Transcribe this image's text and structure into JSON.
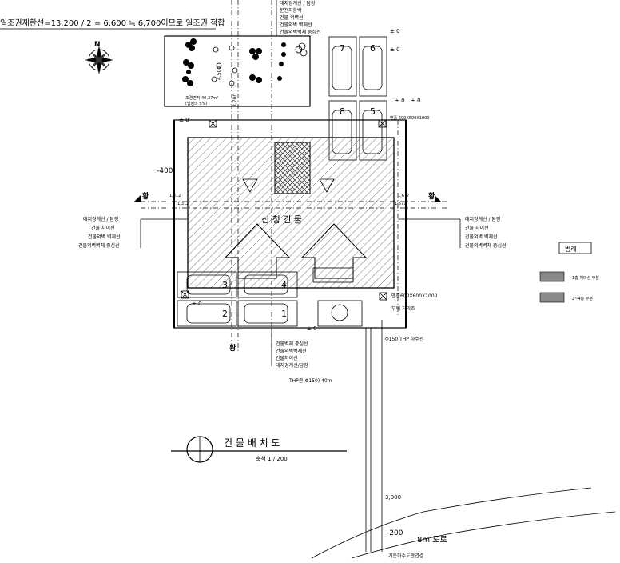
{
  "header": {
    "area_note": "일조권제한선=13,200 / 2 = 6,600 ≒ 6,700이므로 일조권 적합"
  },
  "top_callouts": [
    "대지경계선 / 담장",
    "분전지함박",
    "건물 외벽선",
    "건물외벽 벽체선",
    "건물외벽벽체 중심선"
  ],
  "north_label": "N",
  "landscape": {
    "note_line1": "조경면적 40.37m²",
    "note_line2": "(법정의 5%)"
  },
  "building": {
    "title": "신 청 건 물"
  },
  "section_marks": {
    "left": "황",
    "right": "황",
    "bottom": "황"
  },
  "levels": {
    "plus_zero": "± 0",
    "minus_400": "-400",
    "minus_200": "-200"
  },
  "dimensions": {
    "vertical_left": "4,500",
    "vertical_mid": "3,700",
    "left_mark_a": "1,312",
    "left_mark_b": "1,312",
    "right_mark_a": "1,677",
    "right_mark_b": "1,677",
    "bottom_road": "3,000"
  },
  "left_callouts": [
    "대지경계선 / 담장",
    "건물 차이선",
    "건물외벽 벽체선",
    "건물외벽벽체 중심선"
  ],
  "right_callouts": [
    "대지경계선 / 담장",
    "건물 차이선",
    "건물외벽 벽체선",
    "건물외벽벽체 중심선"
  ],
  "bottom_callouts": [
    "건물벽체 중심선",
    "건물외벽벽체선",
    "건물차이선",
    "대지경계선/담장"
  ],
  "pipe_top": "맨홀 600X600X1000",
  "pipe_bottom": "맨홀600X600X1000",
  "septic": "부패 처리조",
  "pipe_line": "Φ150 THP 하수관",
  "pipe_legend": "THP관(Φ150) 40m",
  "parking": {
    "top_slots": [
      "7",
      "6",
      "8",
      "5"
    ],
    "bottom_slots": [
      "3",
      "4",
      "2",
      "1"
    ]
  },
  "legend": {
    "title": "범례",
    "item1": "1층 처마선 부분",
    "item2": "2~4층 부분"
  },
  "drawing": {
    "title": "건 물 배 치 도",
    "scale": "축척  1 / 200"
  },
  "road": {
    "label": "8m 도로",
    "sub": "기존하수도관연결"
  },
  "colors": {
    "legend_fill": "#8a8a8a",
    "hatch": "#555555"
  }
}
